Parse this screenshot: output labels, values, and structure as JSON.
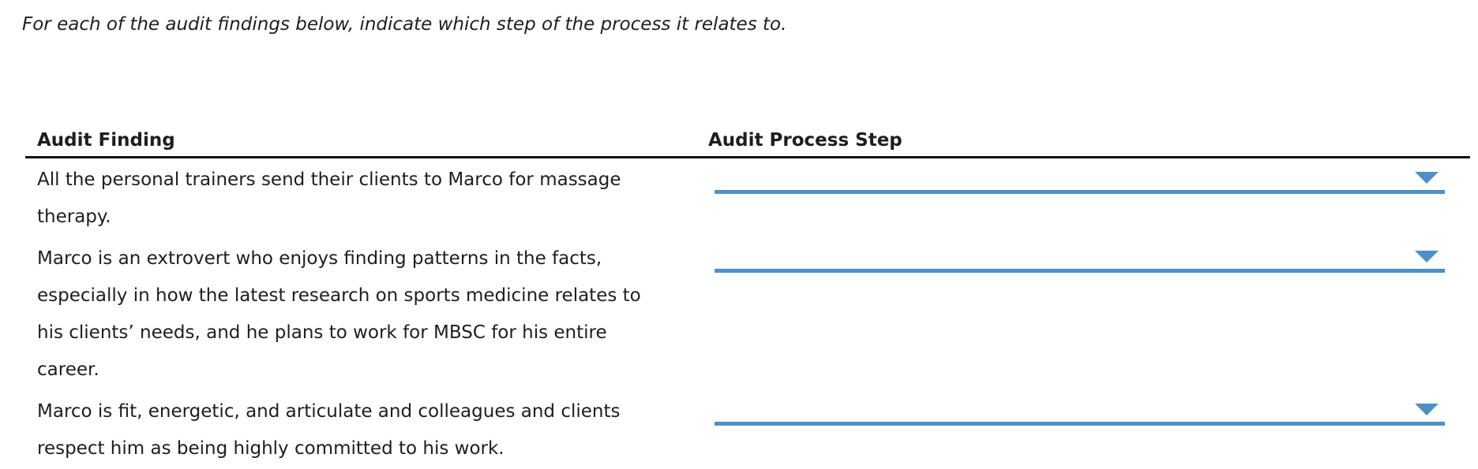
{
  "page": {
    "instruction": "For each of the audit findings below, indicate which step of the process it relates to."
  },
  "table": {
    "columns": {
      "finding": "Audit Finding",
      "step": "Audit Process Step"
    },
    "rows": [
      {
        "finding": "All the personal trainers send their clients to Marco for massage\ntherapy.",
        "selected_step": ""
      },
      {
        "finding": "Marco is an extrovert who enjoys finding patterns in the facts,\nespecially in how the latest research on sports medicine relates to\nhis clients’ needs, and he plans to work for MBSC for his entire\ncareer.",
        "selected_step": ""
      },
      {
        "finding": "Marco is fit, energetic, and articulate and colleagues and clients\nrespect him as being highly committed to his work.",
        "selected_step": ""
      }
    ]
  },
  "icons": {
    "dropdown_caret": "caret-down"
  },
  "colors": {
    "accent_blue": "#4e90c5",
    "divider_black": "#111111",
    "text": "#1e1e1e"
  }
}
